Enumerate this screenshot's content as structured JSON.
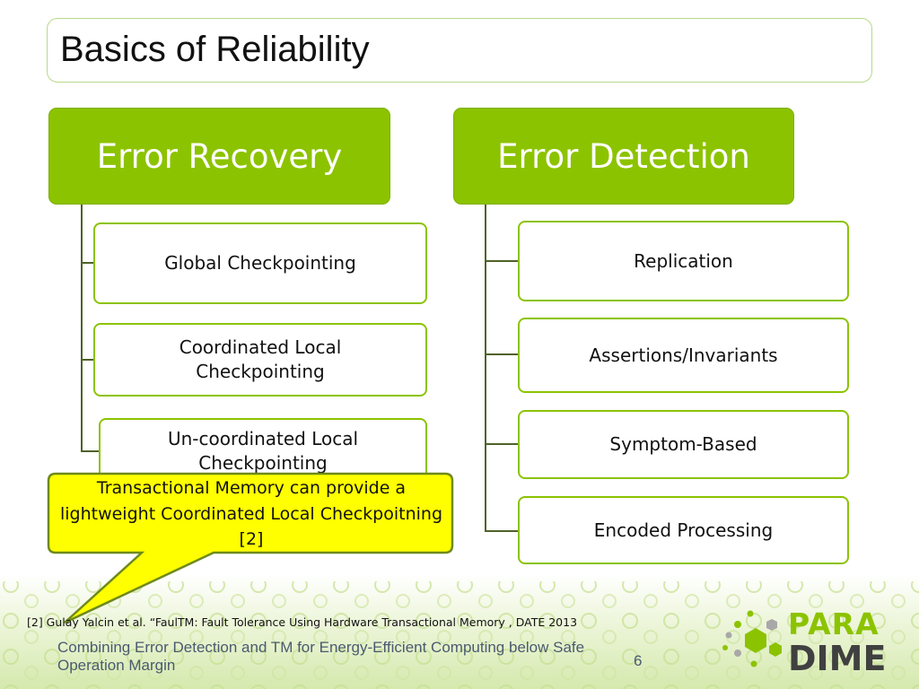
{
  "slide": {
    "title": "Basics of Reliability"
  },
  "diagram": {
    "left": {
      "header": "Error Recovery",
      "items": [
        "Global Checkpointing",
        "Coordinated Local Checkpointing",
        "Un-coordinated Local Checkpointing"
      ]
    },
    "right": {
      "header": "Error Detection",
      "items": [
        "Replication",
        "Assertions/Invariants",
        "Symptom-Based",
        "Encoded Processing"
      ]
    },
    "callout": "Transactional Memory can provide a lightweight Coordinated Local Checkpoitning [2]"
  },
  "footer": {
    "reference": "[2] Gulay Yalcin et al. “FaulTM: Fault Tolerance Using Hardware  Transactional Memory , DATE 2013",
    "title": "Combining Error Detection and TM for Energy-Efficient Computing below Safe Operation Margin",
    "page_number": "6"
  },
  "logo": {
    "line1": "PARA",
    "line2": "DIME"
  },
  "colors": {
    "accent_green": "#8cc300",
    "connector": "#4f6228",
    "callout_fill": "#ffff00",
    "logo_green": "#8cc300",
    "logo_gray": "#404040"
  }
}
